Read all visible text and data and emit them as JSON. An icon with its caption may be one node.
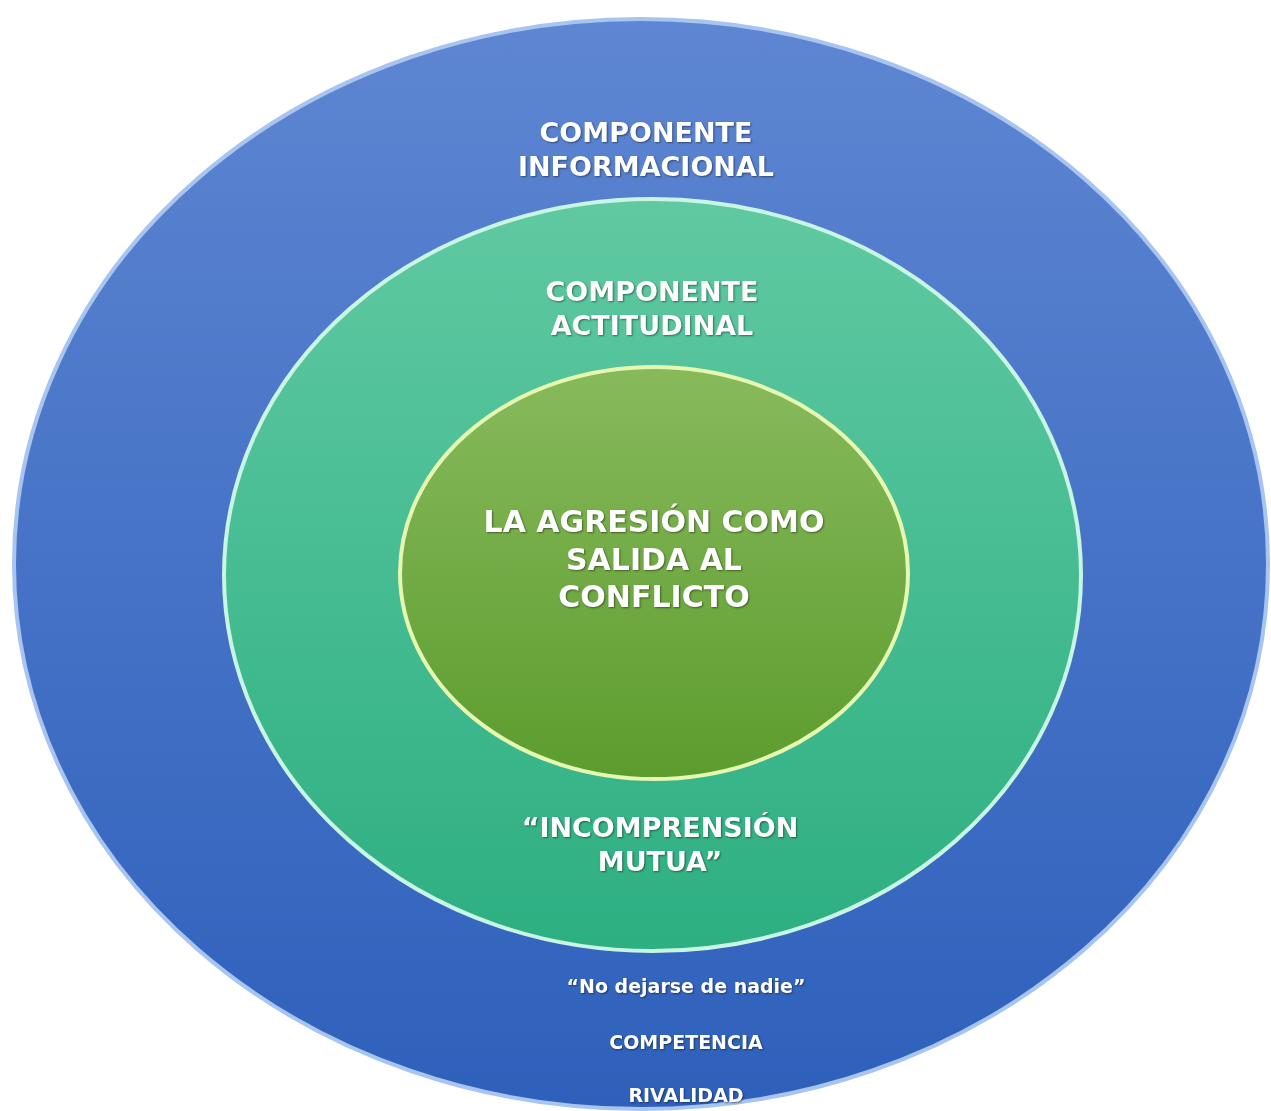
{
  "diagram": {
    "nodes": [
      {
        "text": [
          "COMPONENTE INFORMACIONAL",
          "“No dejarse de nadie”",
          "COMPETENCIA",
          "RIVALIDAD"
        ]
      },
      {
        "text": [
          "COMPONENTE ACTITUDINAL",
          "“INCOMPRENSIÓN MUTUA”"
        ],
        "in": 0
      },
      {
        "text": [
          "LA AGRESIÓN COMO SALIDA AL CONFLICTO"
        ],
        "in": 1
      }
    ]
  }
}
